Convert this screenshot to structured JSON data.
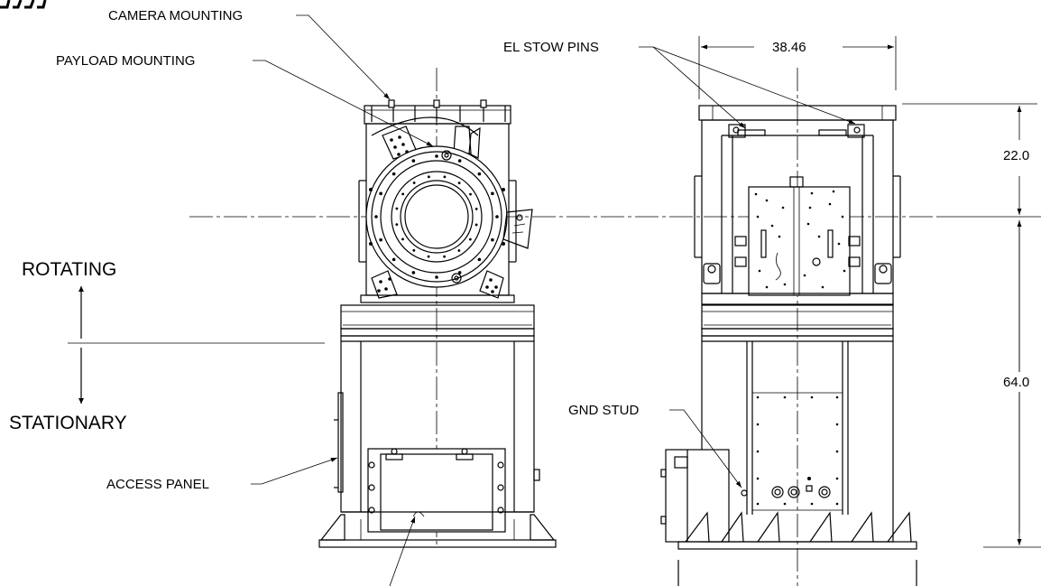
{
  "labels": {
    "camera_mounting": "CAMERA MOUNTING",
    "payload_mounting": "PAYLOAD MOUNTING",
    "el_stow_pins": "EL STOW PINS",
    "rotating": "ROTATING",
    "stationary": "STATIONARY",
    "gnd_stud": "GND STUD",
    "access_panel": "ACCESS PANEL"
  },
  "dimensions": {
    "width_top": "38.46",
    "height_upper": "22.0",
    "height_lower": "64.0"
  },
  "colors": {
    "line": "#000000",
    "background": "#ffffff"
  }
}
